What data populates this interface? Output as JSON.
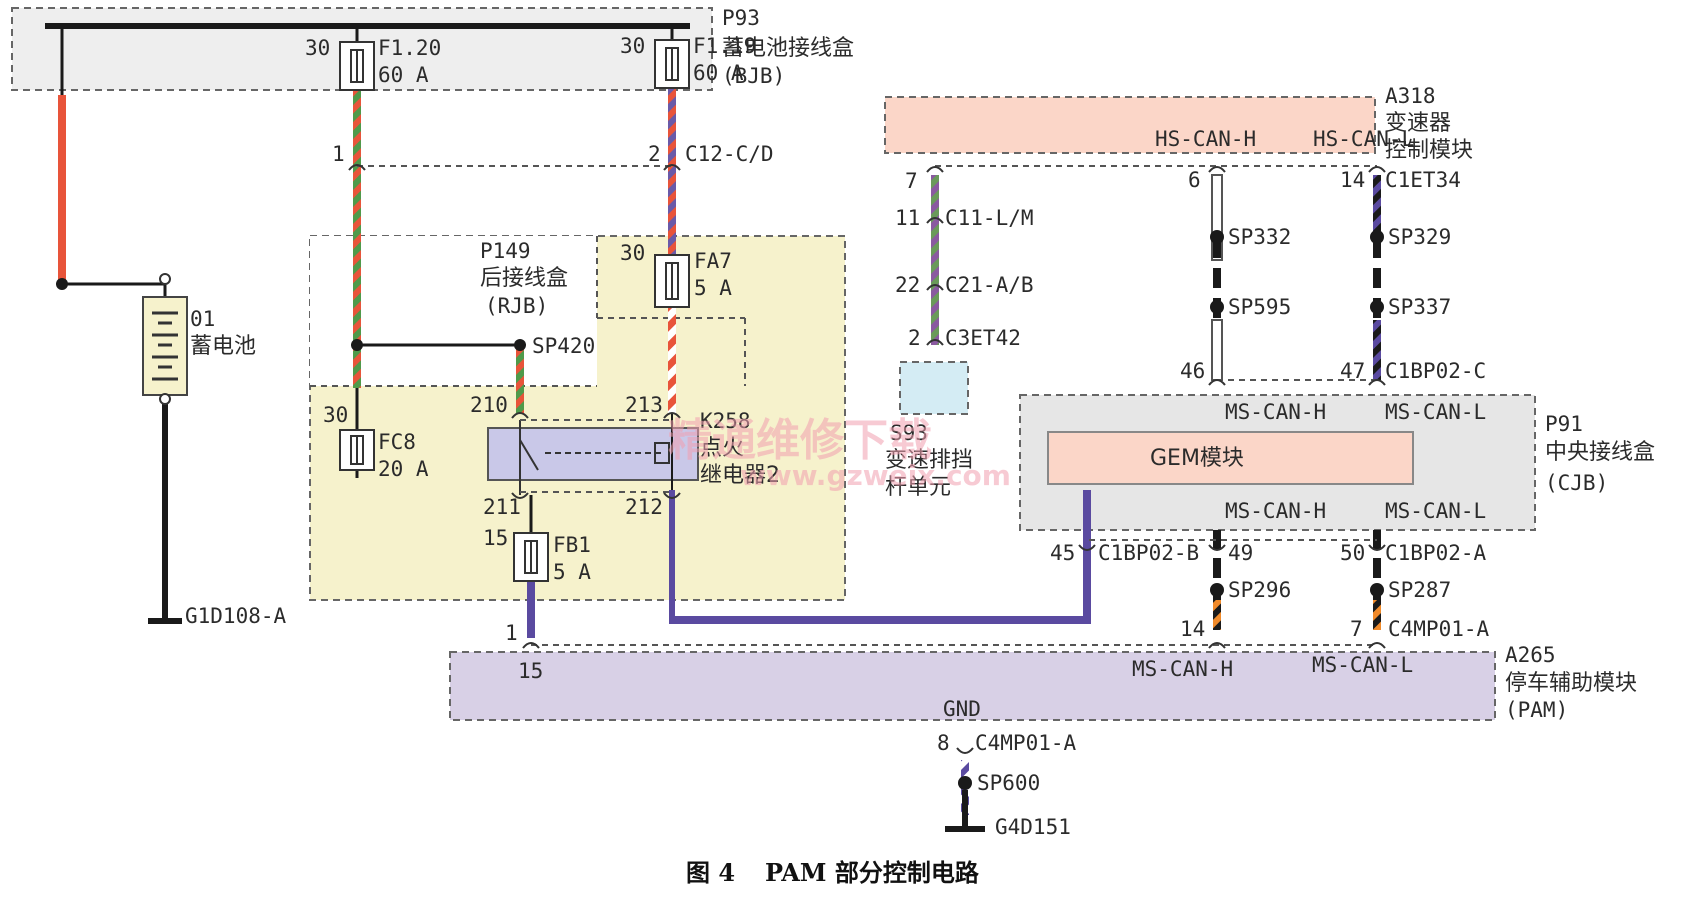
{
  "boxes": {
    "bjb": {
      "id": "P93",
      "name": "蓄电池接线盒",
      "abbr": "(BJB)"
    },
    "tcm": {
      "id": "A318",
      "name_l1": "变速器",
      "name_l2": "控制模块"
    },
    "rjb": {
      "id": "P149",
      "name": "后接线盒",
      "abbr": "(RJB)"
    },
    "cjb": {
      "id": "P91",
      "name": "中央接线盒",
      "abbr": "(CJB)",
      "inner": "GEM模块"
    },
    "pam": {
      "id": "A265",
      "name": "停车辅助模块",
      "abbr": "(PAM)"
    },
    "shifter": {
      "id": "S93",
      "name_l1": "变速排挡",
      "name_l2": "杆单元"
    }
  },
  "battery": {
    "id": "01",
    "name": "蓄电池",
    "ground": "G1D108-A"
  },
  "fuses": {
    "f120": {
      "pin": "30",
      "name": "F1.20",
      "rating": "60 A"
    },
    "f119": {
      "pin": "30",
      "name": "F1.19",
      "rating": "60 A"
    },
    "fa7": {
      "pin": "30",
      "name": "FA7",
      "rating": "5 A"
    },
    "fc8": {
      "pin": "30",
      "name": "FC8",
      "rating": "20 A"
    },
    "fb1": {
      "pin": "15",
      "name": "FB1",
      "rating": "5 A"
    }
  },
  "relay": {
    "id": "K258",
    "name_l1": "点火",
    "name_l2": "继电器2",
    "pins": [
      "210",
      "213",
      "211",
      "212"
    ]
  },
  "connectors": {
    "c12": {
      "pin1": "1",
      "pin2": "2",
      "name": "C12-C/D"
    },
    "c11": {
      "pin": "11",
      "name": "C11-L/M"
    },
    "c21": {
      "pin": "22",
      "name": "C21-A/B"
    },
    "c3et": {
      "pin": "2",
      "name": "C3ET42"
    },
    "tcm_pin7": "7",
    "c1et": {
      "pin_h": "6",
      "pin_l": "14",
      "name": "C1ET34"
    },
    "c1bp02c": {
      "pin_h": "46",
      "pin_l": "47",
      "name": "C1BP02-C"
    },
    "c1bp02b": {
      "pin": "45",
      "name": "C1BP02-B"
    },
    "c1bp02a": {
      "pin_h": "49",
      "pin_l": "50",
      "name": "C1BP02-A"
    },
    "c4mp01": {
      "pin_h": "14",
      "pin_l": "7",
      "name": "C4MP01-A"
    },
    "pam_pin1": "1",
    "pam_pin15": "15",
    "gnd": {
      "label": "GND",
      "pin": "8",
      "name": "C4MP01-A"
    }
  },
  "splices": {
    "sp420": "SP420",
    "sp332": "SP332",
    "sp595": "SP595",
    "sp329": "SP329",
    "sp337": "SP337",
    "sp296": "SP296",
    "sp287": "SP287",
    "sp600": "SP600"
  },
  "bus": {
    "hs_h": "HS-CAN-H",
    "hs_l": "HS-CAN-L",
    "ms_h": "MS-CAN-H",
    "ms_l": "MS-CAN-L"
  },
  "ground2": "G4D151",
  "watermark": {
    "main": "精通维修下载",
    "url": "www.gzweix.com"
  },
  "caption": {
    "fig": "图 4",
    "text": "PAM 部分控制电路"
  },
  "colors": {
    "red": "#e8543a",
    "green": "#4f9a4a",
    "purple": "#5a4aa0",
    "orange": "#f08a2a",
    "black": "#1a1a1a"
  }
}
